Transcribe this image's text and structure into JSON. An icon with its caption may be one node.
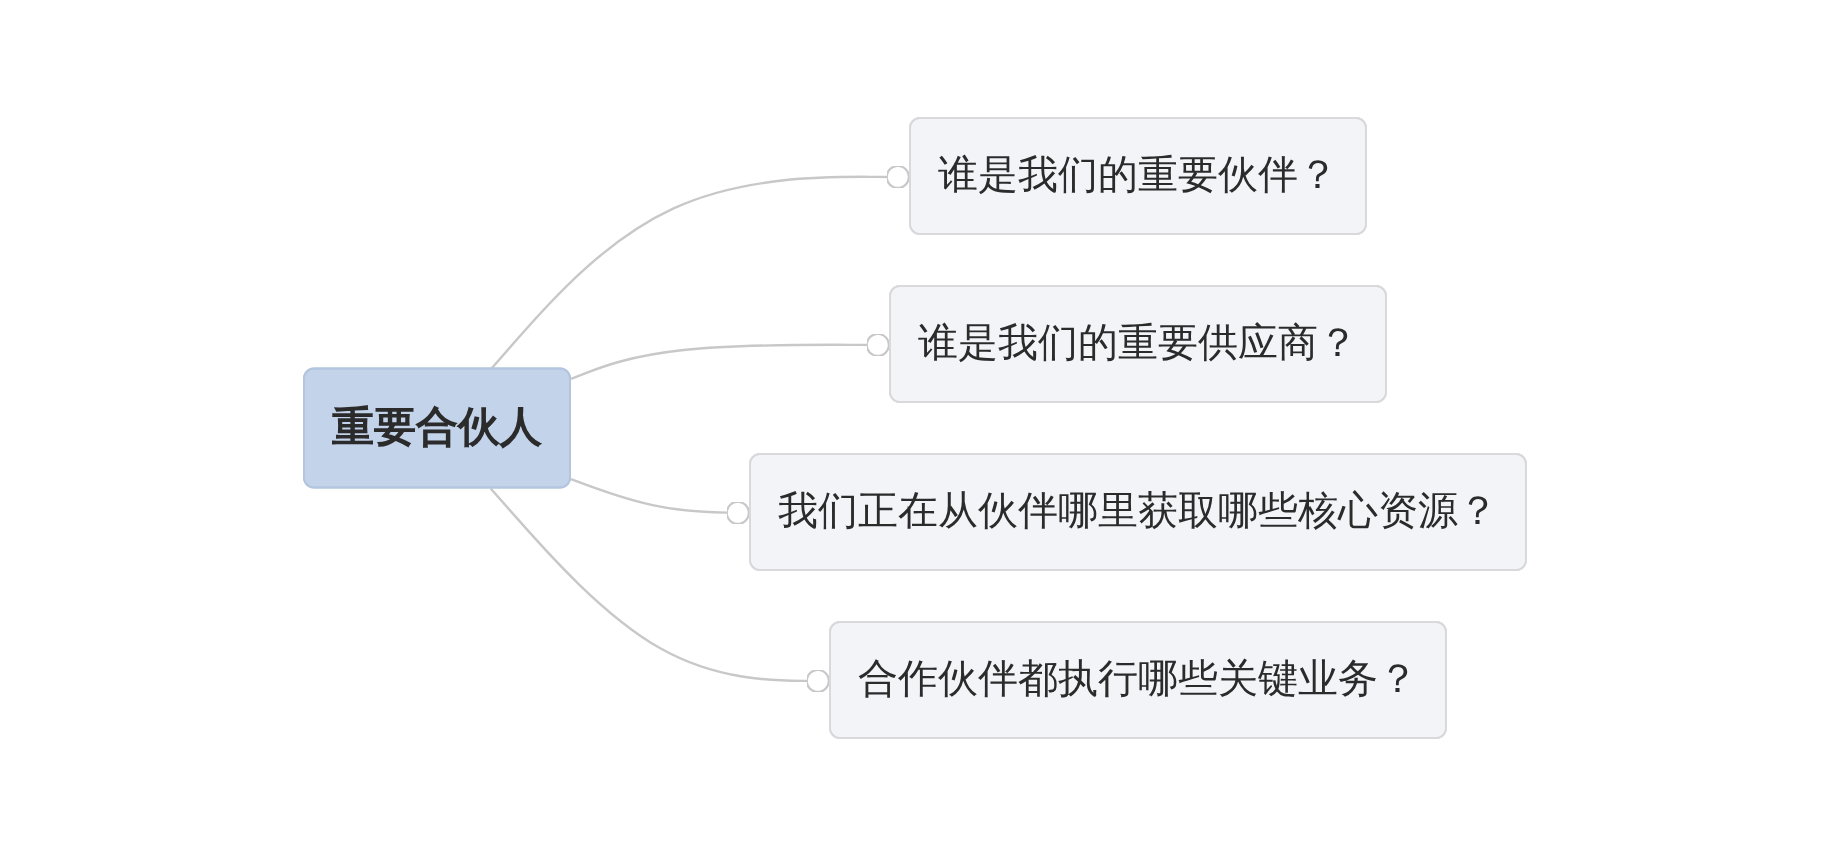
{
  "diagram": {
    "nodes": [
      {
        "text": [
          "重要合伙人"
        ]
      },
      {
        "text": [
          "谁是我们的重要伙伴？"
        ]
      },
      {
        "text": [
          "谁是我们的重要供应商？"
        ]
      },
      {
        "text": [
          "我们正在从伙伴哪里获取哪些核心资源？"
        ]
      },
      {
        "text": [
          "合作伙伴都执行哪些关键业务？"
        ]
      }
    ],
    "edges": [
      {
        "from": 0,
        "to": 1,
        "arrow": "other"
      },
      {
        "from": 0,
        "to": 2,
        "arrow": "other"
      },
      {
        "from": 0,
        "to": 3,
        "arrow": "other"
      },
      {
        "from": 0,
        "to": 4,
        "arrow": "other"
      }
    ]
  }
}
